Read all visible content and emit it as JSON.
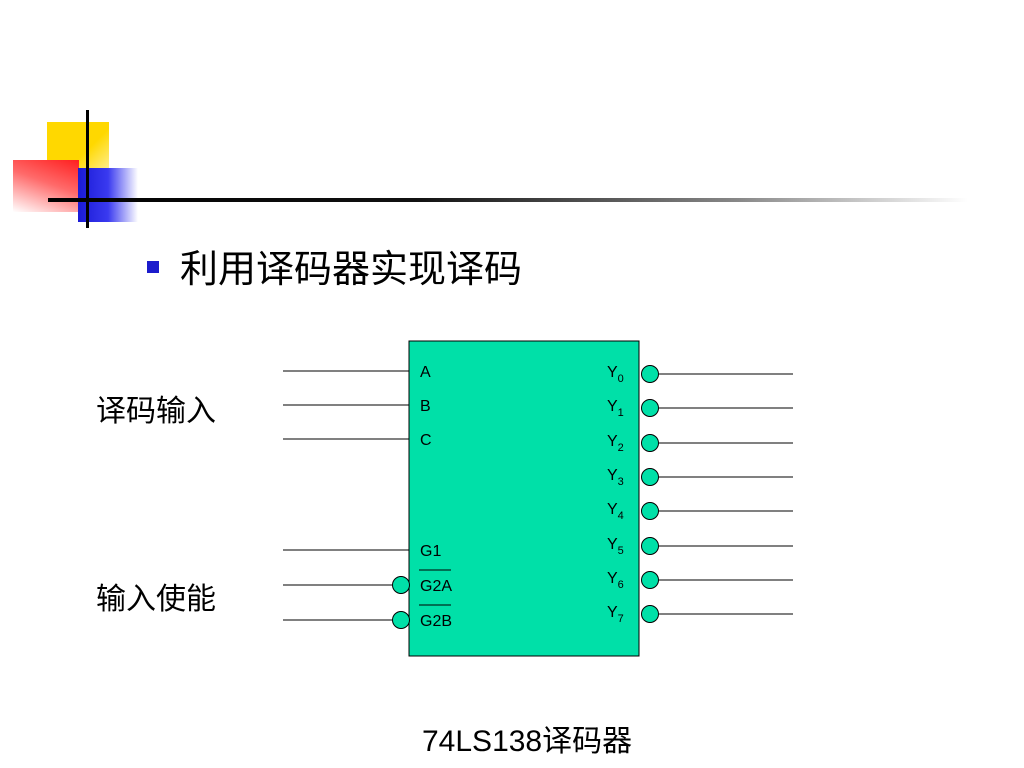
{
  "slide": {
    "heading": "利用译码器实现译码",
    "label_decode_input": "译码输入",
    "label_enable": "输入使能",
    "caption": "74LS138译码器"
  },
  "chip": {
    "body_color": "#00e0a8",
    "bubble_color": "#00e0a8",
    "select_inputs": [
      "A",
      "B",
      "C"
    ],
    "enable_inputs": [
      {
        "label": "G1",
        "active_low": false
      },
      {
        "label": "G2A",
        "active_low": true
      },
      {
        "label": "G2B",
        "active_low": true
      }
    ],
    "output_prefix": "Y",
    "outputs": [
      "0",
      "1",
      "2",
      "3",
      "4",
      "5",
      "6",
      "7"
    ],
    "outputs_active_low": true
  },
  "colors": {
    "bullet": "#1c1ccc",
    "accent_yellow": "#ffd800",
    "accent_red": "#ff1f1f",
    "accent_blue": "#1a1ad6"
  }
}
